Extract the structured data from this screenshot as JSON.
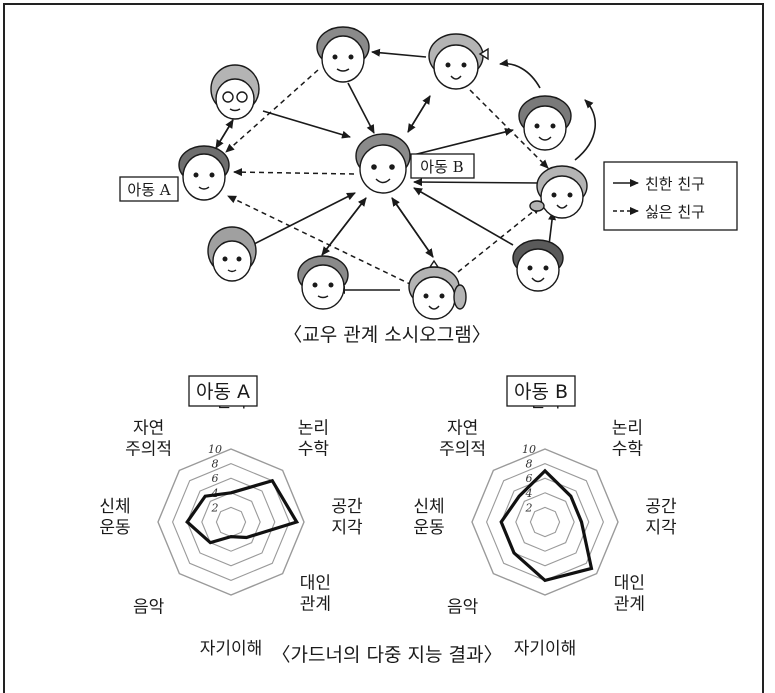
{
  "sociogram": {
    "caption": "〈교우 관계 소시오그램〉",
    "label_a": "아동 A",
    "label_b": "아동 B",
    "legend": {
      "friendly": "친한 친구",
      "disliked": "싫은 친구"
    }
  },
  "radar": {
    "caption": "〈가드너의 다중 지능 결과〉",
    "axes": [
      "언어",
      "논리\n수학",
      "공간\n지각",
      "대인\n관계",
      "자기이해",
      "음악",
      "신체\n운동",
      "자연\n주의적"
    ],
    "ticks": [
      "2",
      "4",
      "6",
      "8",
      "10"
    ]
  },
  "chart_data": [
    {
      "type": "radar",
      "title": "아동 A",
      "categories": [
        "언어",
        "논리수학",
        "공간지각",
        "대인관계",
        "자기이해",
        "음악",
        "신체운동",
        "자연주의적"
      ],
      "values": [
        4,
        8,
        9,
        3,
        2,
        4,
        6,
        5
      ],
      "rlim": [
        0,
        10
      ]
    },
    {
      "type": "radar",
      "title": "아동 B",
      "categories": [
        "언어",
        "논리수학",
        "공간지각",
        "대인관계",
        "자기이해",
        "음악",
        "신체운동",
        "자연주의적"
      ],
      "values": [
        7,
        5,
        5,
        9,
        8,
        6,
        6,
        5
      ],
      "rlim": [
        0,
        10
      ]
    }
  ]
}
